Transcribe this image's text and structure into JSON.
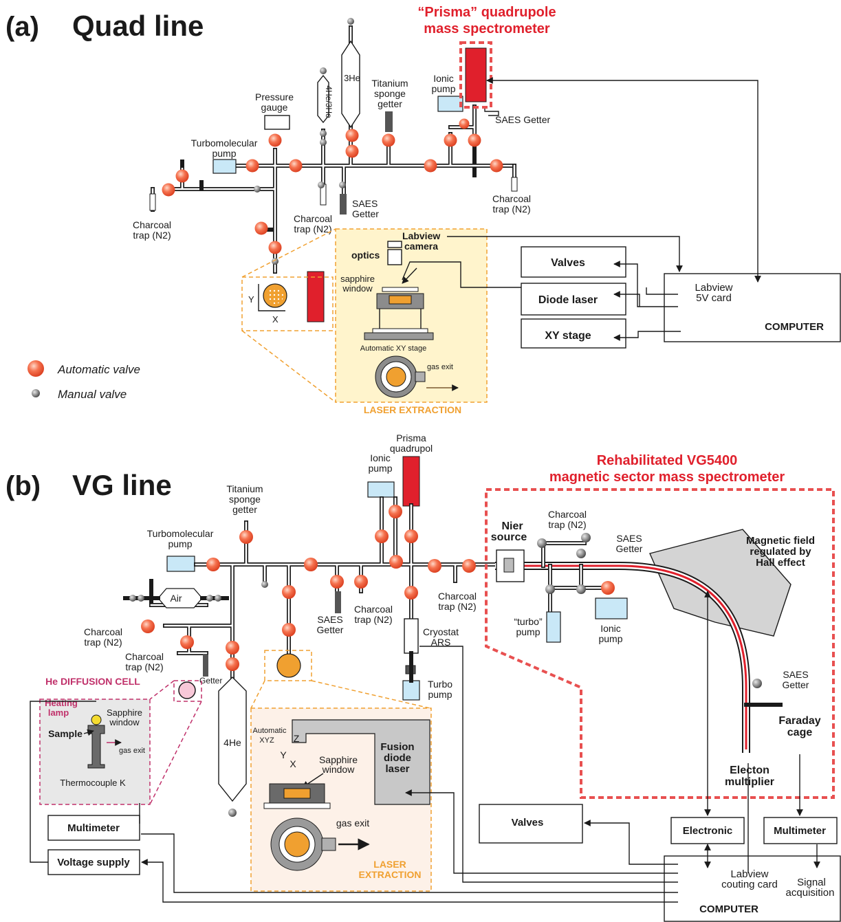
{
  "panel_a": {
    "letter": "(a)",
    "title": "Quad line",
    "prisma_title_line1": "“Prisma” quadrupole",
    "prisma_title_line2": "mass spectrometer",
    "he3": "3He",
    "he4he3": "4He/3He",
    "titanium": [
      "Titanium",
      "sponge",
      "getter"
    ],
    "ionic_pump": [
      "Ionic",
      "pump"
    ],
    "saes_getter_right": "SAES Getter",
    "pressure_gauge": [
      "Pressure",
      "gauge"
    ],
    "turbo_pump": [
      "Turbomolecular",
      "pump"
    ],
    "charcoal_left": [
      "Charcoal",
      "trap (N2)"
    ],
    "charcoal_mid": [
      "Charcoal",
      "trap (N2)"
    ],
    "charcoal_right": [
      "Charcoal",
      "trap (N2)"
    ],
    "saes_getter_mid": [
      "SAES",
      "Getter"
    ],
    "axis_y": "Y",
    "axis_x": "X",
    "labview_camera": [
      "Labview",
      "camera"
    ],
    "optics": "optics",
    "sapphire_window": [
      "sapphire",
      "window"
    ],
    "xy_stage": "Automatic XY stage",
    "gas_exit": "gas exit",
    "laser_extraction": "LASER EXTRACTION",
    "valves": "Valves",
    "diode_laser": "Diode laser",
    "xy_stage_box": "XY stage",
    "labview_card": [
      "Labview",
      "5V card"
    ],
    "computer": "COMPUTER"
  },
  "legend": {
    "automatic_valve": "Automatic valve",
    "manual_valve": "Manual valve"
  },
  "panel_b": {
    "letter": "(b)",
    "title": "VG line",
    "prisma": [
      "Prisma",
      "quadrupol"
    ],
    "ionic_pump_top": [
      "Ionic",
      "pump"
    ],
    "titanium": [
      "Titanium",
      "sponge",
      "getter"
    ],
    "turbo_pump": [
      "Turbomolecular",
      "pump"
    ],
    "air": "Air",
    "saes_getter": [
      "SAES",
      "Getter"
    ],
    "charcoal_mid": [
      "Charcoal",
      "trap (N2)"
    ],
    "charcoal_right": [
      "Charcoal",
      "trap (N2)"
    ],
    "charcoal_left1": [
      "Charcoal",
      "trap (N2)"
    ],
    "charcoal_left2": [
      "Charcoal",
      "trap (N2)"
    ],
    "getter_small": "Getter",
    "cryostat": [
      "Cryostat",
      "ARS"
    ],
    "turbo_pump_small": [
      "Turbo",
      "pump"
    ],
    "vg_title_line1": "Rehabilitated VG5400",
    "vg_title_line2": "magnetic sector mass spectrometer",
    "nier_source": [
      "Nier",
      "source"
    ],
    "charcoal_vg": [
      "Charcoal",
      "trap (N2)"
    ],
    "saes_getter_vg": [
      "SAES",
      "Getter"
    ],
    "magnetic_field": [
      "Magnetic field",
      "regulated by",
      "Hall effect"
    ],
    "turbo_pump_vg": [
      "“turbo”",
      "pump"
    ],
    "ionic_pump_vg": [
      "Ionic",
      "pump"
    ],
    "saes_getter_vg2": [
      "SAES",
      "Getter"
    ],
    "faraday_cage": [
      "Faraday",
      "cage"
    ],
    "electron_multiplier": [
      "Electon",
      "multiplier"
    ],
    "he_diffusion_cell": "He DIFFUSION CELL",
    "heating_lamp": [
      "Heating",
      "lamp"
    ],
    "sapphire_window_cell": [
      "Sapphire",
      "window"
    ],
    "sample": "Sample",
    "gas_exit_cell": "gas exit",
    "thermocouple": "Thermocouple K",
    "he4": "4He",
    "automatic_xyz": [
      "Automatic",
      "XYZ"
    ],
    "axis_z": "Z",
    "axis_y": "Y",
    "axis_x": "X",
    "sapphire_window": [
      "Sapphire",
      "window"
    ],
    "fusion_laser": [
      "Fusion",
      "diode",
      "laser"
    ],
    "gas_exit": "gas exit",
    "laser_extraction": [
      "LASER",
      "EXTRACTION"
    ],
    "multimeter_left": "Multimeter",
    "voltage_supply": "Voltage supply",
    "valves": "Valves",
    "electronic": "Electronic",
    "multimeter_right": "Multimeter",
    "labview_card": [
      "Labview",
      "couting card"
    ],
    "signal_acq": [
      "Signal",
      "acquisition"
    ],
    "computer": "COMPUTER"
  },
  "colors": {
    "auto_valve": "#f26a4f",
    "manual_valve": "#7a7a7a",
    "red": "#e0202c",
    "orange": "#f0a030",
    "magenta": "#c0306a",
    "pump_blue": "#c9e8f7"
  }
}
